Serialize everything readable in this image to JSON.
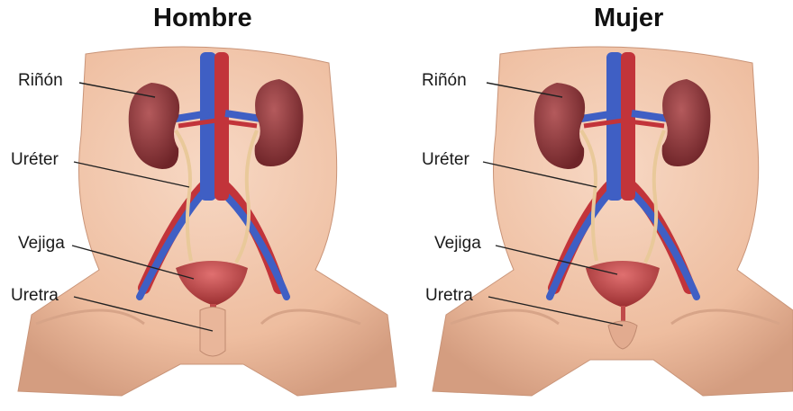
{
  "panels": {
    "male": {
      "title": "Hombre",
      "labels": {
        "kidney": "Riñón",
        "ureter": "Uréter",
        "bladder": "Vejiga",
        "urethra": "Uretra"
      }
    },
    "female": {
      "title": "Mujer",
      "labels": {
        "kidney": "Riñón",
        "ureter": "Uréter",
        "bladder": "Vejiga",
        "urethra": "Uretra"
      }
    }
  },
  "colors": {
    "skin": "#f2c9b0",
    "skin_shadow": "#d9a88e",
    "kidney": "#8e3a3e",
    "artery": "#c2343a",
    "vein": "#3f5fc4",
    "ureter": "#e9c99a",
    "bladder": "#c04a4a"
  }
}
